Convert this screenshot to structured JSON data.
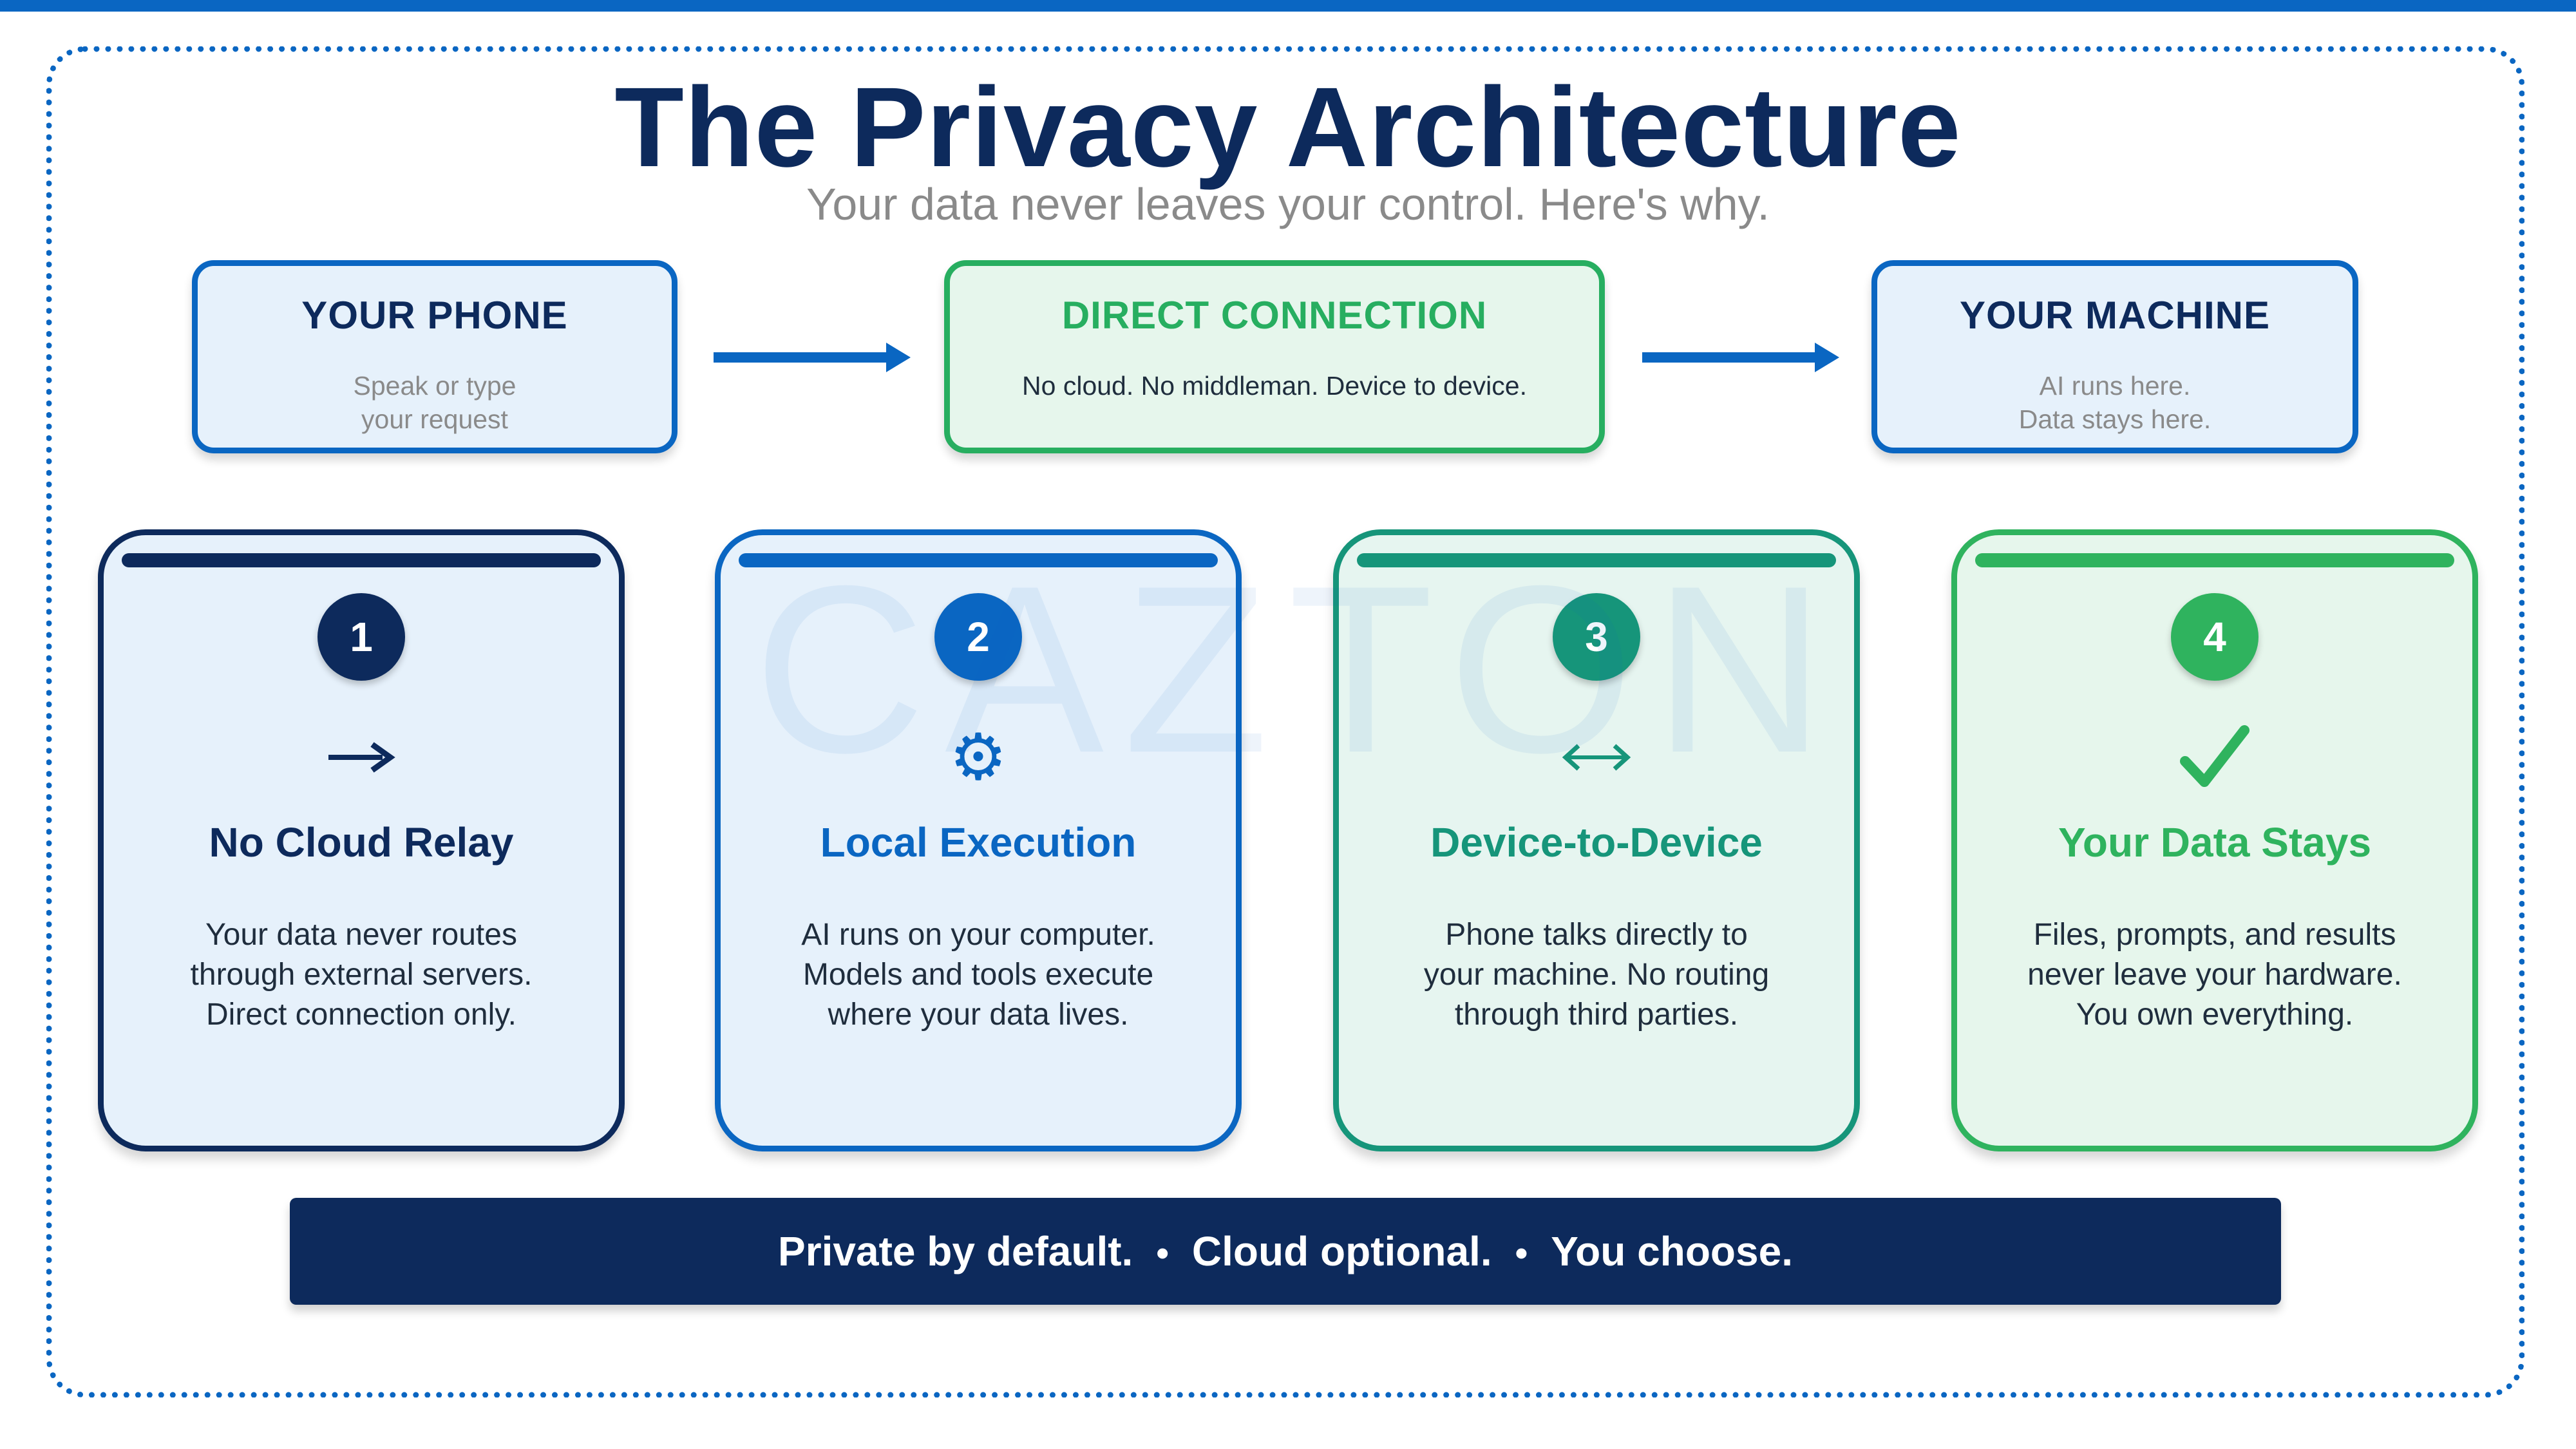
{
  "header": {
    "title": "The Privacy Architecture",
    "subtitle": "Your data never leaves your control. Here's why."
  },
  "flow": [
    {
      "title": "YOUR PHONE",
      "line1": "Speak or type",
      "line2": "your request"
    },
    {
      "title": "DIRECT CONNECTION",
      "line1": "No cloud. No middleman. Device to device.",
      "line2": ""
    },
    {
      "title": "YOUR MACHINE",
      "line1": "AI runs here.",
      "line2": "Data stays here."
    }
  ],
  "watermark": "CAZTON",
  "cards": [
    {
      "number": "1",
      "icon": "arrow-right-icon",
      "title": "No Cloud Relay",
      "lines": [
        "Your data never routes",
        "through external servers.",
        "Direct connection only."
      ],
      "color": "#0d2a5c"
    },
    {
      "number": "2",
      "icon": "gear-icon",
      "title": "Local Execution",
      "lines": [
        "AI runs on your computer.",
        "Models and tools execute",
        "where your data lives."
      ],
      "color": "#0a66c2"
    },
    {
      "number": "3",
      "icon": "double-arrow-icon",
      "title": "Device-to-Device",
      "lines": [
        "Phone talks directly to",
        "your machine. No routing",
        "through third parties."
      ],
      "color": "#16957a"
    },
    {
      "number": "4",
      "icon": "checkmark-icon",
      "title": "Your Data Stays",
      "lines": [
        "Files, prompts, and results",
        "never leave your hardware.",
        "You own everything."
      ],
      "color": "#2fb35e"
    }
  ],
  "banner": {
    "part1": "Private by default.",
    "part2": "Cloud optional.",
    "part3": "You choose.",
    "separator": "•"
  },
  "colors": {
    "navy": "#0d2a5c",
    "blue": "#0a66c2",
    "teal": "#16957a",
    "green": "#2fb35e"
  }
}
